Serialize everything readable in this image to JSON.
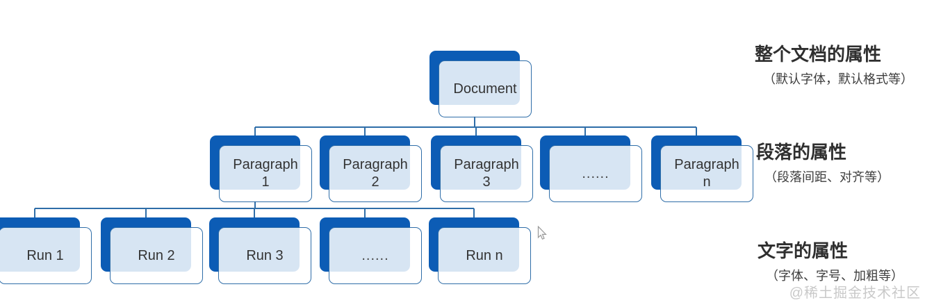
{
  "diagram": {
    "nodes": {
      "document": {
        "label": "Document"
      },
      "paragraphs": [
        {
          "label": "Paragraph 1"
        },
        {
          "label": "Paragraph 2"
        },
        {
          "label": "Paragraph 3"
        },
        {
          "label": "......"
        },
        {
          "label": "Paragraph n"
        }
      ],
      "runs": [
        {
          "label": "Run 1"
        },
        {
          "label": "Run 2"
        },
        {
          "label": "Run 3"
        },
        {
          "label": "......"
        },
        {
          "label": "Run n"
        }
      ]
    },
    "annotations": [
      {
        "title": "整个文档的属性",
        "subtitle": "（默认字体，默认格式等）"
      },
      {
        "title": "段落的属性",
        "subtitle": "（段落间距、对齐等）"
      },
      {
        "title": "文字的属性",
        "subtitle": "（字体、字号、加粗等）"
      }
    ],
    "colors": {
      "node_back": "#0c5cb5",
      "node_front_fill": "#dbe4f2",
      "node_border": "#2e6da8",
      "connector": "#2e6da8",
      "node_text": "#333333",
      "watermark": "#c9c9c9"
    }
  },
  "watermark": {
    "text": "@稀土掘金技术社区"
  }
}
